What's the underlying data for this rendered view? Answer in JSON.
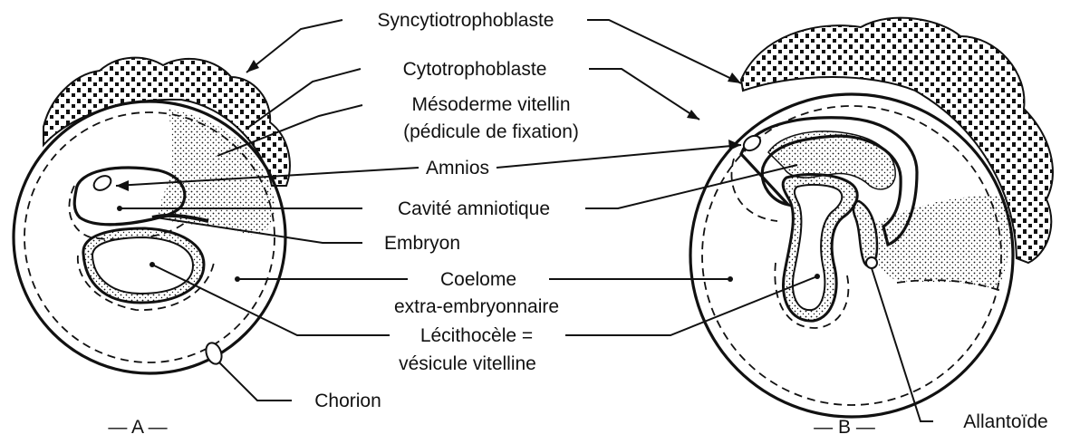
{
  "labels": {
    "syncytio": "Syncytiotrophoblaste",
    "cyto": "Cytotrophoblaste",
    "mesoderme_1": "Mésoderme vitellin",
    "mesoderme_2": "(pédicule de fixation)",
    "amnios": "Amnios",
    "cavite": "Cavité amniotique",
    "embryon": "Embryon",
    "coelome_1": "Coelome",
    "coelome_2": "extra-embryonnaire",
    "lecitho_1": "Lécithocèle =",
    "lecitho_2": "vésicule vitelline",
    "chorion": "Chorion",
    "allantoide": "Allantoïde"
  },
  "figures": {
    "a": "— A —",
    "b": "— B —"
  },
  "colors": {
    "ink": "#111111",
    "paper": "#ffffff"
  }
}
